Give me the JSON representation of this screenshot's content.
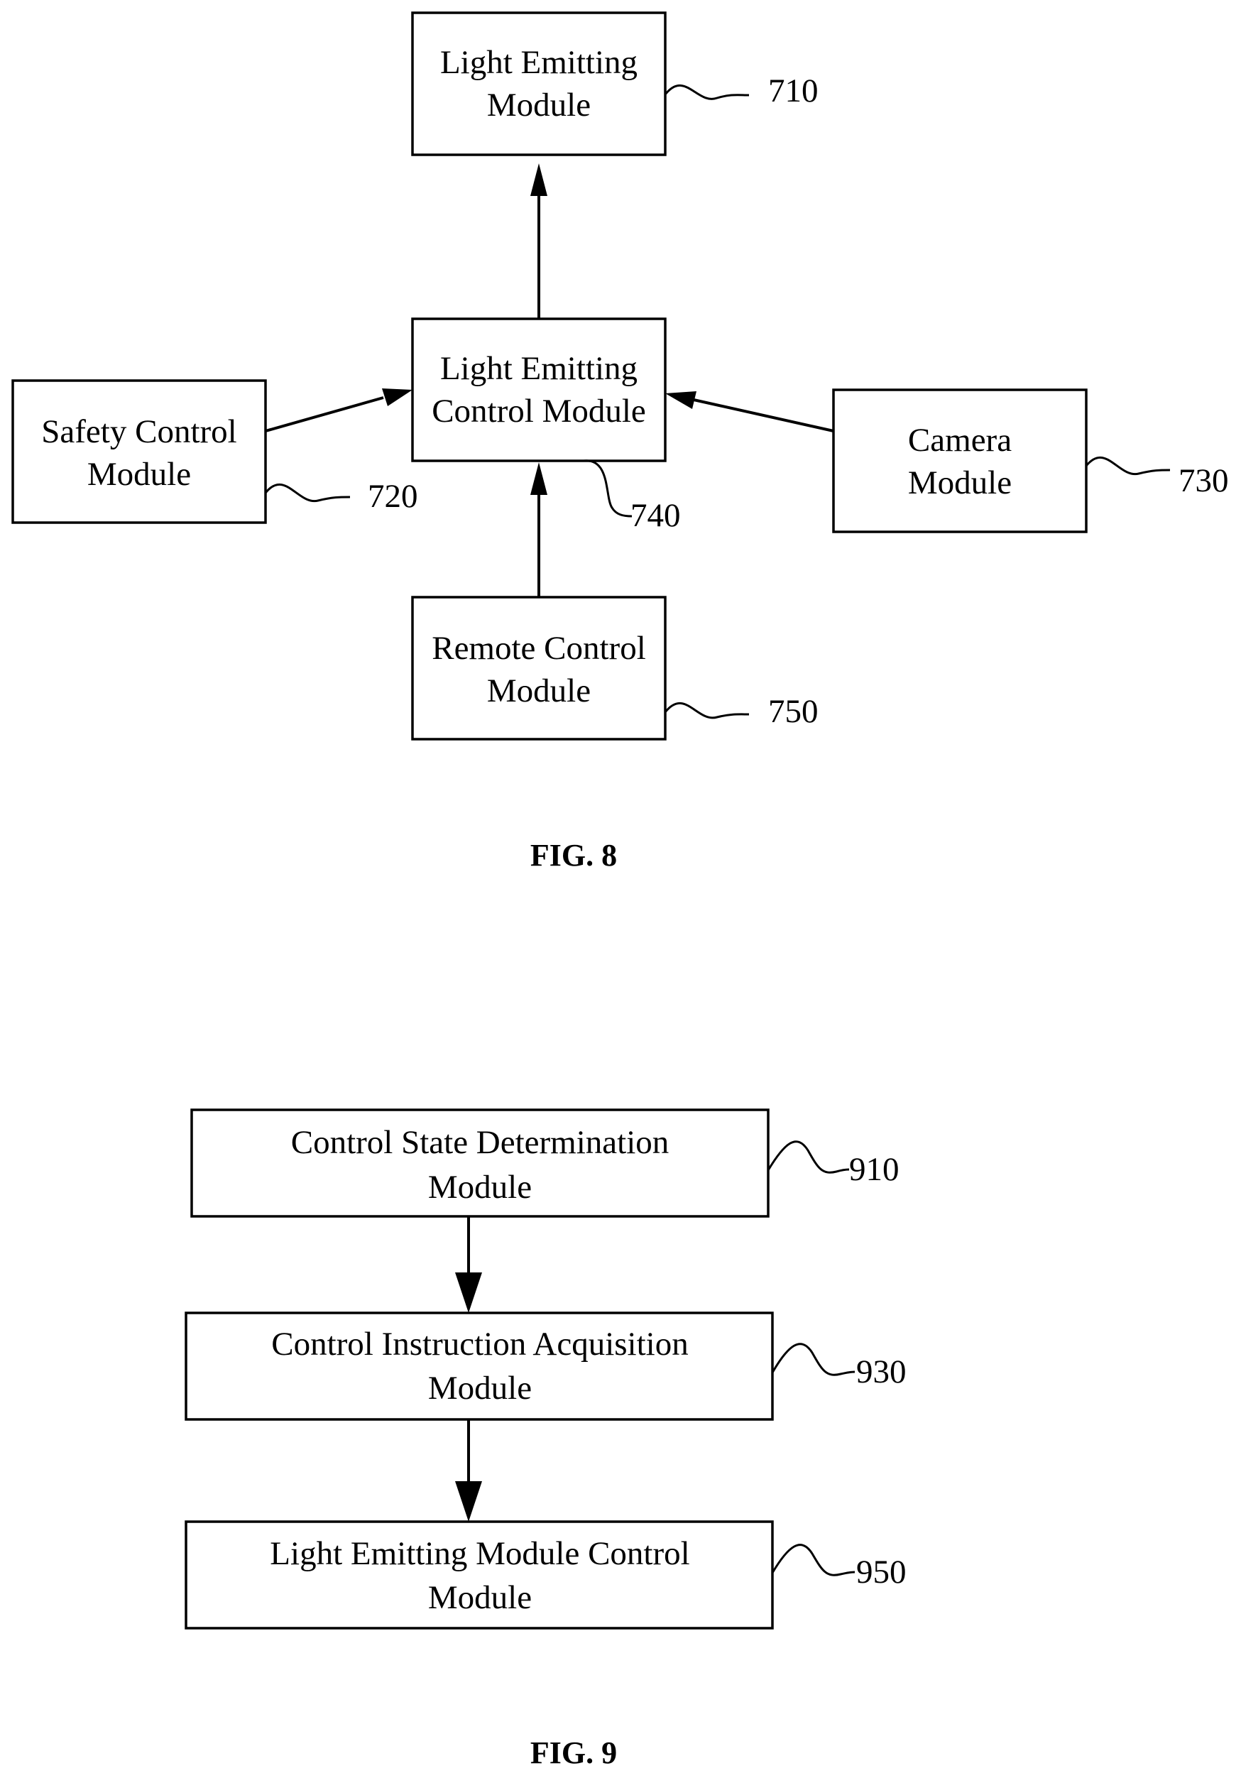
{
  "fig8": {
    "caption": "FIG. 8",
    "light_emitting_module": {
      "line1": "Light Emitting",
      "line2": "Module",
      "ref": "710"
    },
    "safety_control_module": {
      "line1": "Safety Control",
      "line2": "Module",
      "ref": "720"
    },
    "camera_module": {
      "line1": "Camera",
      "line2": "Module",
      "ref": "730"
    },
    "light_emitting_control_module": {
      "line1": "Light Emitting",
      "line2": "Control Module",
      "ref": "740"
    },
    "remote_control_module": {
      "line1": "Remote Control",
      "line2": "Module",
      "ref": "750"
    }
  },
  "fig9": {
    "caption": "FIG. 9",
    "control_state_determination_module": {
      "line1": "Control State Determination",
      "line2": "Module",
      "ref": "910"
    },
    "control_instruction_acquisition_module": {
      "line1": "Control Instruction Acquisition",
      "line2": "Module",
      "ref": "930"
    },
    "light_emitting_module_control_module": {
      "line1": "Light Emitting Module Control",
      "line2": "Module",
      "ref": "950"
    }
  }
}
